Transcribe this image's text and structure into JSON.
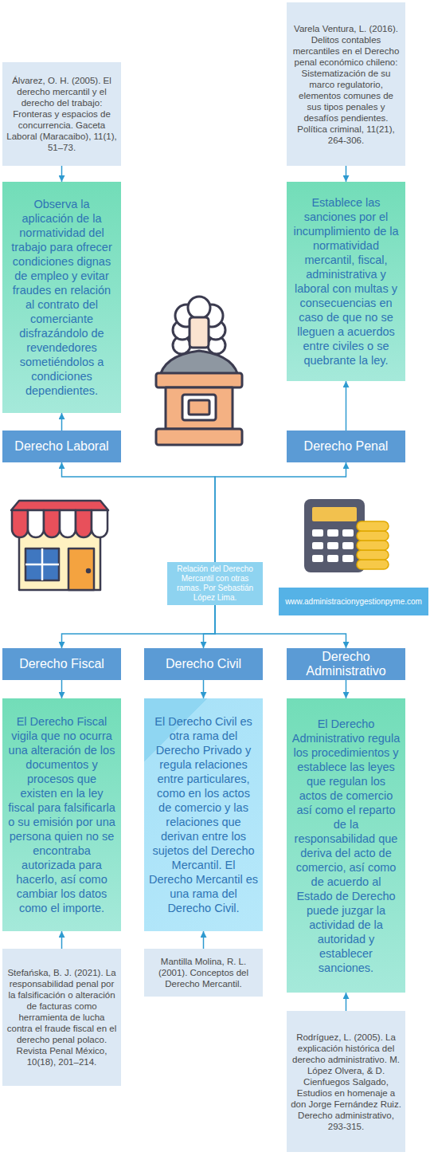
{
  "diagram": {
    "nodes": [
      {
        "text": [
          "Álvarez, O. H. (2005). El derecho mercantil y el derecho del trabajo: Fronteras y espacios de concurrencia. Gaceta Laboral (Maracaibo), 11(1), 51–73."
        ]
      },
      {
        "text": [
          "Varela Ventura, L. (2016). Delitos contables mercantiles en el Derecho penal económico chileno: Sistematización de su marco regulatorio, elementos comunes de sus tipos penales y desafíos pendientes. Política criminal, 11(21), 264-306."
        ]
      },
      {
        "text": [
          "Observa la aplicación de la normatividad del trabajo para ofrecer condiciones dignas de empleo y evitar fraudes en relación al contrato del comerciante disfrazándolo de revendedores sometiéndolos a condiciones dependientes."
        ]
      },
      {
        "text": [
          "Establece las sanciones por el incumplimiento de la normatividad mercantil, fiscal, administrativa y laboral con multas y consecuencias en caso de que no se lleguen a acuerdos entre civiles o se quebrante la ley."
        ]
      },
      {
        "text": [
          "Derecho Laboral"
        ]
      },
      {
        "text": [
          "Derecho Penal"
        ]
      },
      {
        "text": [
          "Relación del Derecho Mercantil con otras ramas. Por Sebastián López Lima."
        ]
      },
      {
        "text": [
          "www.administracionygestionpyme.com"
        ]
      },
      {
        "text": [
          "Derecho Fiscal"
        ]
      },
      {
        "text": [
          "Derecho Civil"
        ]
      },
      {
        "text": [
          "Derecho Administrativo"
        ]
      },
      {
        "text": [
          "El Derecho Fiscal vigila que no ocurra una alteración de los documentos y procesos que existen en la ley fiscal para falsificarla o su emisión por una persona quien no se encontraba autorizada para hacerlo, así como cambiar los datos como el importe."
        ]
      },
      {
        "text": [
          "El Derecho Civil es otra rama del Derecho Privado y regula relaciones entre particulares, como en los actos de comercio y las relaciones que derivan entre los sujetos del Derecho Mercantil. El Derecho Mercantil es una rama del Derecho Civil."
        ]
      },
      {
        "text": [
          "El Derecho Administrativo regula los procedimientos y establece las leyes que regulan los actos de comercio así como el reparto de la responsabilidad que deriva del acto de comercio, así como de acuerdo al Estado de Derecho puede juzgar la actividad de la autoridad y establecer sanciones."
        ]
      },
      {
        "text": [
          "Stefańska, B. J. (2021). La responsabilidad penal por la falsificación o alteración de facturas como herramienta de lucha contra el fraude fiscal en el derecho penal polaco. Revista Penal México, 10(18), 201–214."
        ]
      },
      {
        "text": [
          "Mantilla Molina, R. L. (2001). Conceptos del Derecho Mercantil."
        ]
      },
      {
        "text": [
          "Rodríguez, L. (2005). La explicación histórica del derecho administrativo. M. López Olvera, & D. Cienfuegos Salgado, Estudios en homenaje a don Jorge Fernández Ruiz. Derecho administrativo, 293-315."
        ]
      }
    ],
    "edges": [
      {
        "from": 6,
        "to": 4,
        "arrow": "to"
      },
      {
        "from": 6,
        "to": 5,
        "arrow": "to"
      },
      {
        "from": 6,
        "to": 8,
        "arrow": "to"
      },
      {
        "from": 6,
        "to": 9,
        "arrow": "to"
      },
      {
        "from": 6,
        "to": 10,
        "arrow": "to"
      },
      {
        "from": 4,
        "to": 2,
        "arrow": "to"
      },
      {
        "from": 5,
        "to": 3,
        "arrow": "to"
      },
      {
        "from": 0,
        "to": 2,
        "arrow": "to"
      },
      {
        "from": 1,
        "to": 3,
        "arrow": "to"
      },
      {
        "from": 8,
        "to": 11,
        "arrow": "to"
      },
      {
        "from": 9,
        "to": 12,
        "arrow": "to"
      },
      {
        "from": 10,
        "to": 13,
        "arrow": "to"
      },
      {
        "from": 14,
        "to": 11,
        "arrow": "to"
      },
      {
        "from": 15,
        "to": 12,
        "arrow": "to"
      },
      {
        "from": 16,
        "to": 13,
        "arrow": "to"
      }
    ]
  }
}
